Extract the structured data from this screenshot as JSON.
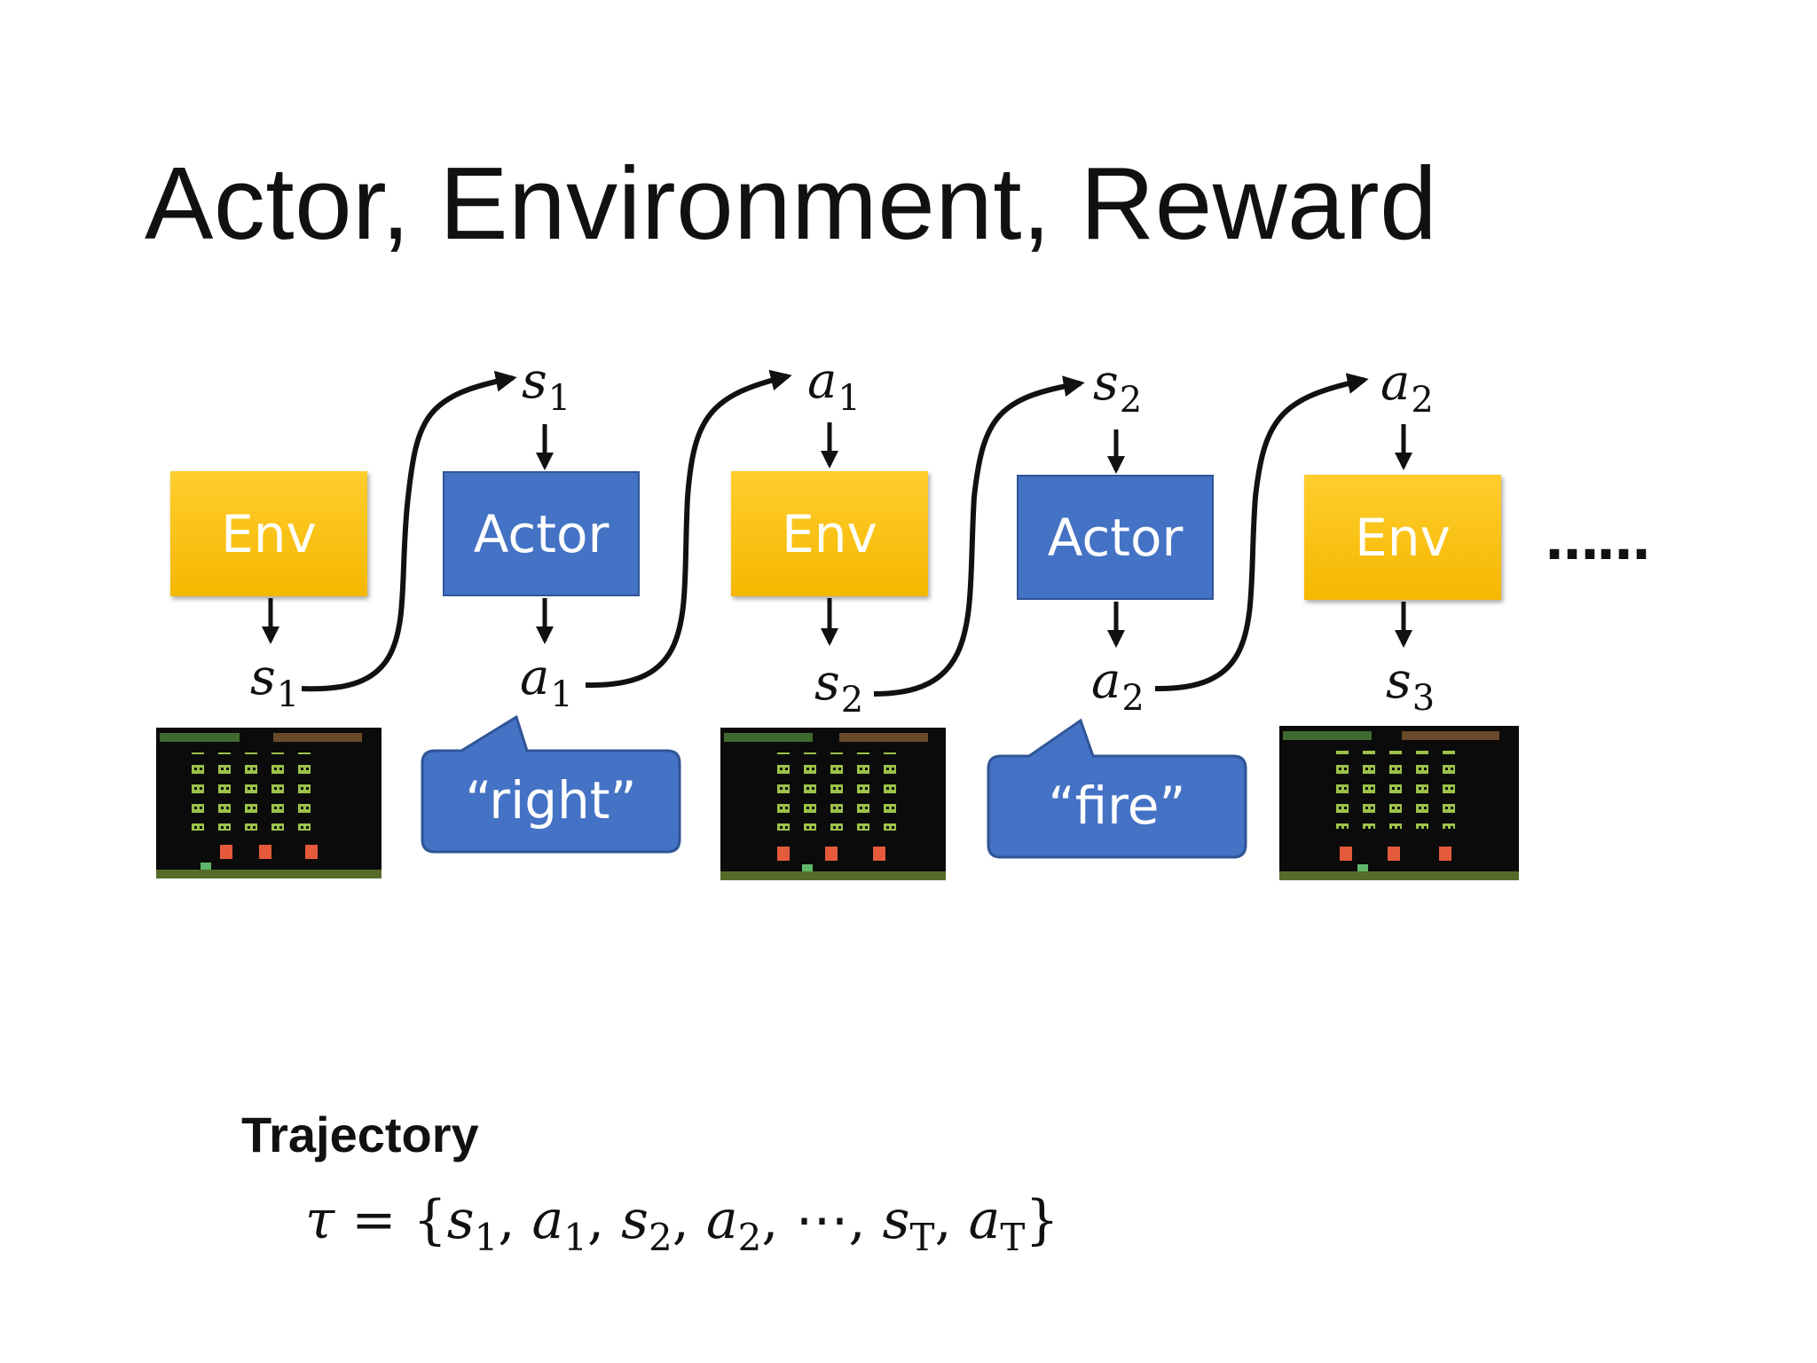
{
  "title": "Actor, Environment, Reward",
  "boxes": [
    {
      "kind": "env",
      "label": "Env"
    },
    {
      "kind": "actor",
      "label": "Actor"
    },
    {
      "kind": "env",
      "label": "Env"
    },
    {
      "kind": "actor",
      "label": "Actor"
    },
    {
      "kind": "env",
      "label": "Env"
    }
  ],
  "top_labels": [
    {
      "sym": "s",
      "sub": "1"
    },
    {
      "sym": "a",
      "sub": "1"
    },
    {
      "sym": "s",
      "sub": "2"
    },
    {
      "sym": "a",
      "sub": "2"
    }
  ],
  "bottom_labels": [
    {
      "sym": "s",
      "sub": "1"
    },
    {
      "sym": "a",
      "sub": "1"
    },
    {
      "sym": "s",
      "sub": "2"
    },
    {
      "sym": "a",
      "sub": "2"
    },
    {
      "sym": "s",
      "sub": "3"
    }
  ],
  "actions": [
    "“right”",
    "“fire”"
  ],
  "ellipsis": "……",
  "trajectory": {
    "heading": "Trajectory",
    "tau": "τ",
    "equals": " = {",
    "s": "s",
    "a": "a",
    "sub1": "1",
    "sub2": "2",
    "subT": "T",
    "comma": ", ",
    "dots": "⋯",
    "close": "}"
  },
  "colors": {
    "env": "#f5b800",
    "actor": "#4472c4",
    "bubble": "#4472c4"
  }
}
